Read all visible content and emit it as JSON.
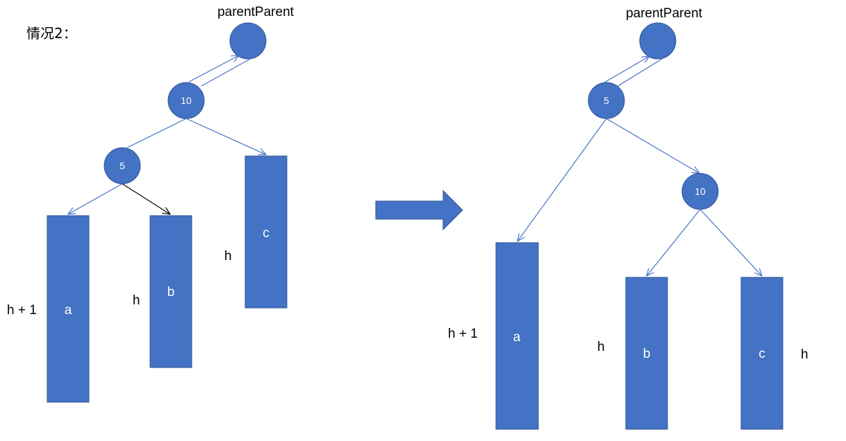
{
  "title": "情况2：",
  "left": {
    "parent_label": "parentParent",
    "node_top": "10",
    "node_child": "5",
    "bars": {
      "a": "a",
      "b": "b",
      "c": "c"
    },
    "heights": {
      "a": "h + 1",
      "b": "h",
      "c": "h"
    }
  },
  "right": {
    "parent_label": "parentParent",
    "node_top": "5",
    "node_child": "10",
    "bars": {
      "a": "a",
      "b": "b",
      "c": "c"
    },
    "heights": {
      "a": "h + 1",
      "b": "h",
      "c": "h"
    }
  },
  "colors": {
    "node": "#4472C4",
    "edge": "#4472C4",
    "highlight_edge": "#000000"
  }
}
